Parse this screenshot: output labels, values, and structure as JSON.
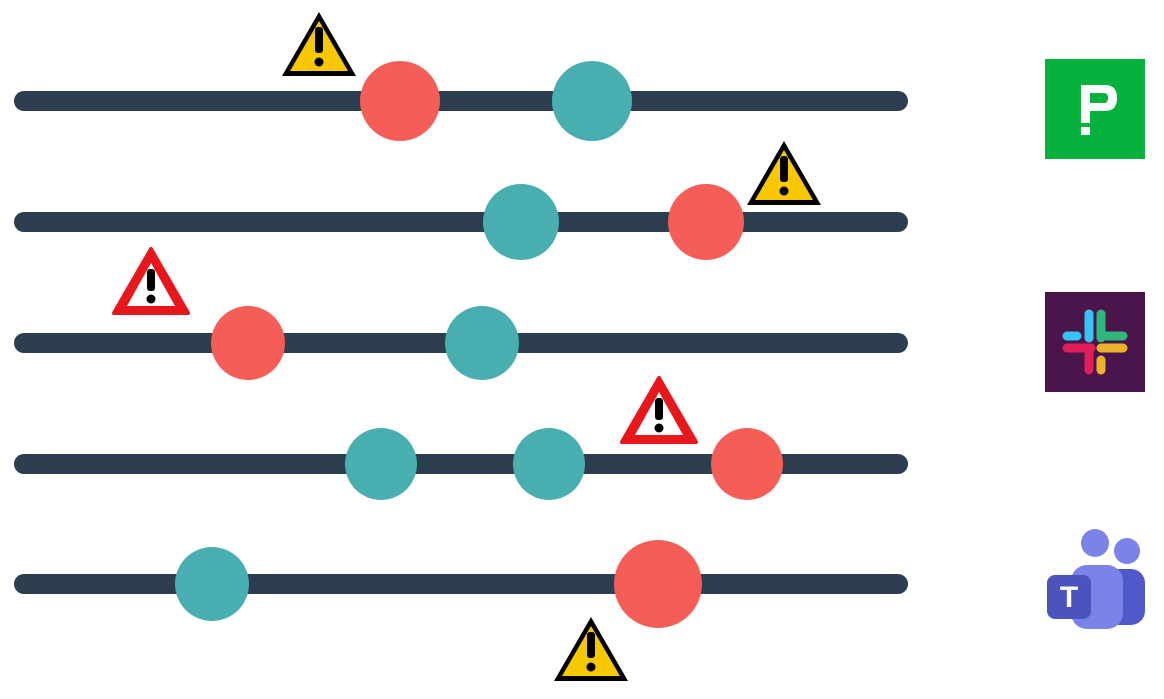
{
  "colors": {
    "track": "#2c3e50",
    "event_teal": "#48aeb0",
    "event_red": "#f55d57",
    "warning_yellow": "#f7c800",
    "warning_red": "#e8171b",
    "pendo_green": "#06b03c",
    "slack_bg": "#4a154b",
    "teams_blue": "#5059c9"
  },
  "timelines": [
    {
      "events": [
        {
          "kind": "alert"
        },
        {
          "kind": "ok"
        }
      ],
      "warning": {
        "style": "yellow",
        "near_event": 0,
        "side": "above"
      }
    },
    {
      "events": [
        {
          "kind": "ok"
        },
        {
          "kind": "alert"
        }
      ],
      "warning": {
        "style": "yellow",
        "near_event": 1,
        "side": "above"
      }
    },
    {
      "events": [
        {
          "kind": "alert"
        },
        {
          "kind": "ok"
        }
      ],
      "warning": {
        "style": "red",
        "near_event": 0,
        "side": "above"
      }
    },
    {
      "events": [
        {
          "kind": "ok"
        },
        {
          "kind": "ok"
        },
        {
          "kind": "alert"
        }
      ],
      "warning": {
        "style": "red",
        "near_event": 2,
        "side": "above"
      }
    },
    {
      "events": [
        {
          "kind": "ok"
        },
        {
          "kind": "alert"
        }
      ],
      "warning": {
        "style": "yellow",
        "near_event": 1,
        "side": "below"
      }
    }
  ],
  "apps": [
    {
      "name": "pendo-logo-icon",
      "letter": "P"
    },
    {
      "name": "slack-logo-icon",
      "letter": ""
    },
    {
      "name": "teams-logo-icon",
      "letter": "T"
    }
  ]
}
